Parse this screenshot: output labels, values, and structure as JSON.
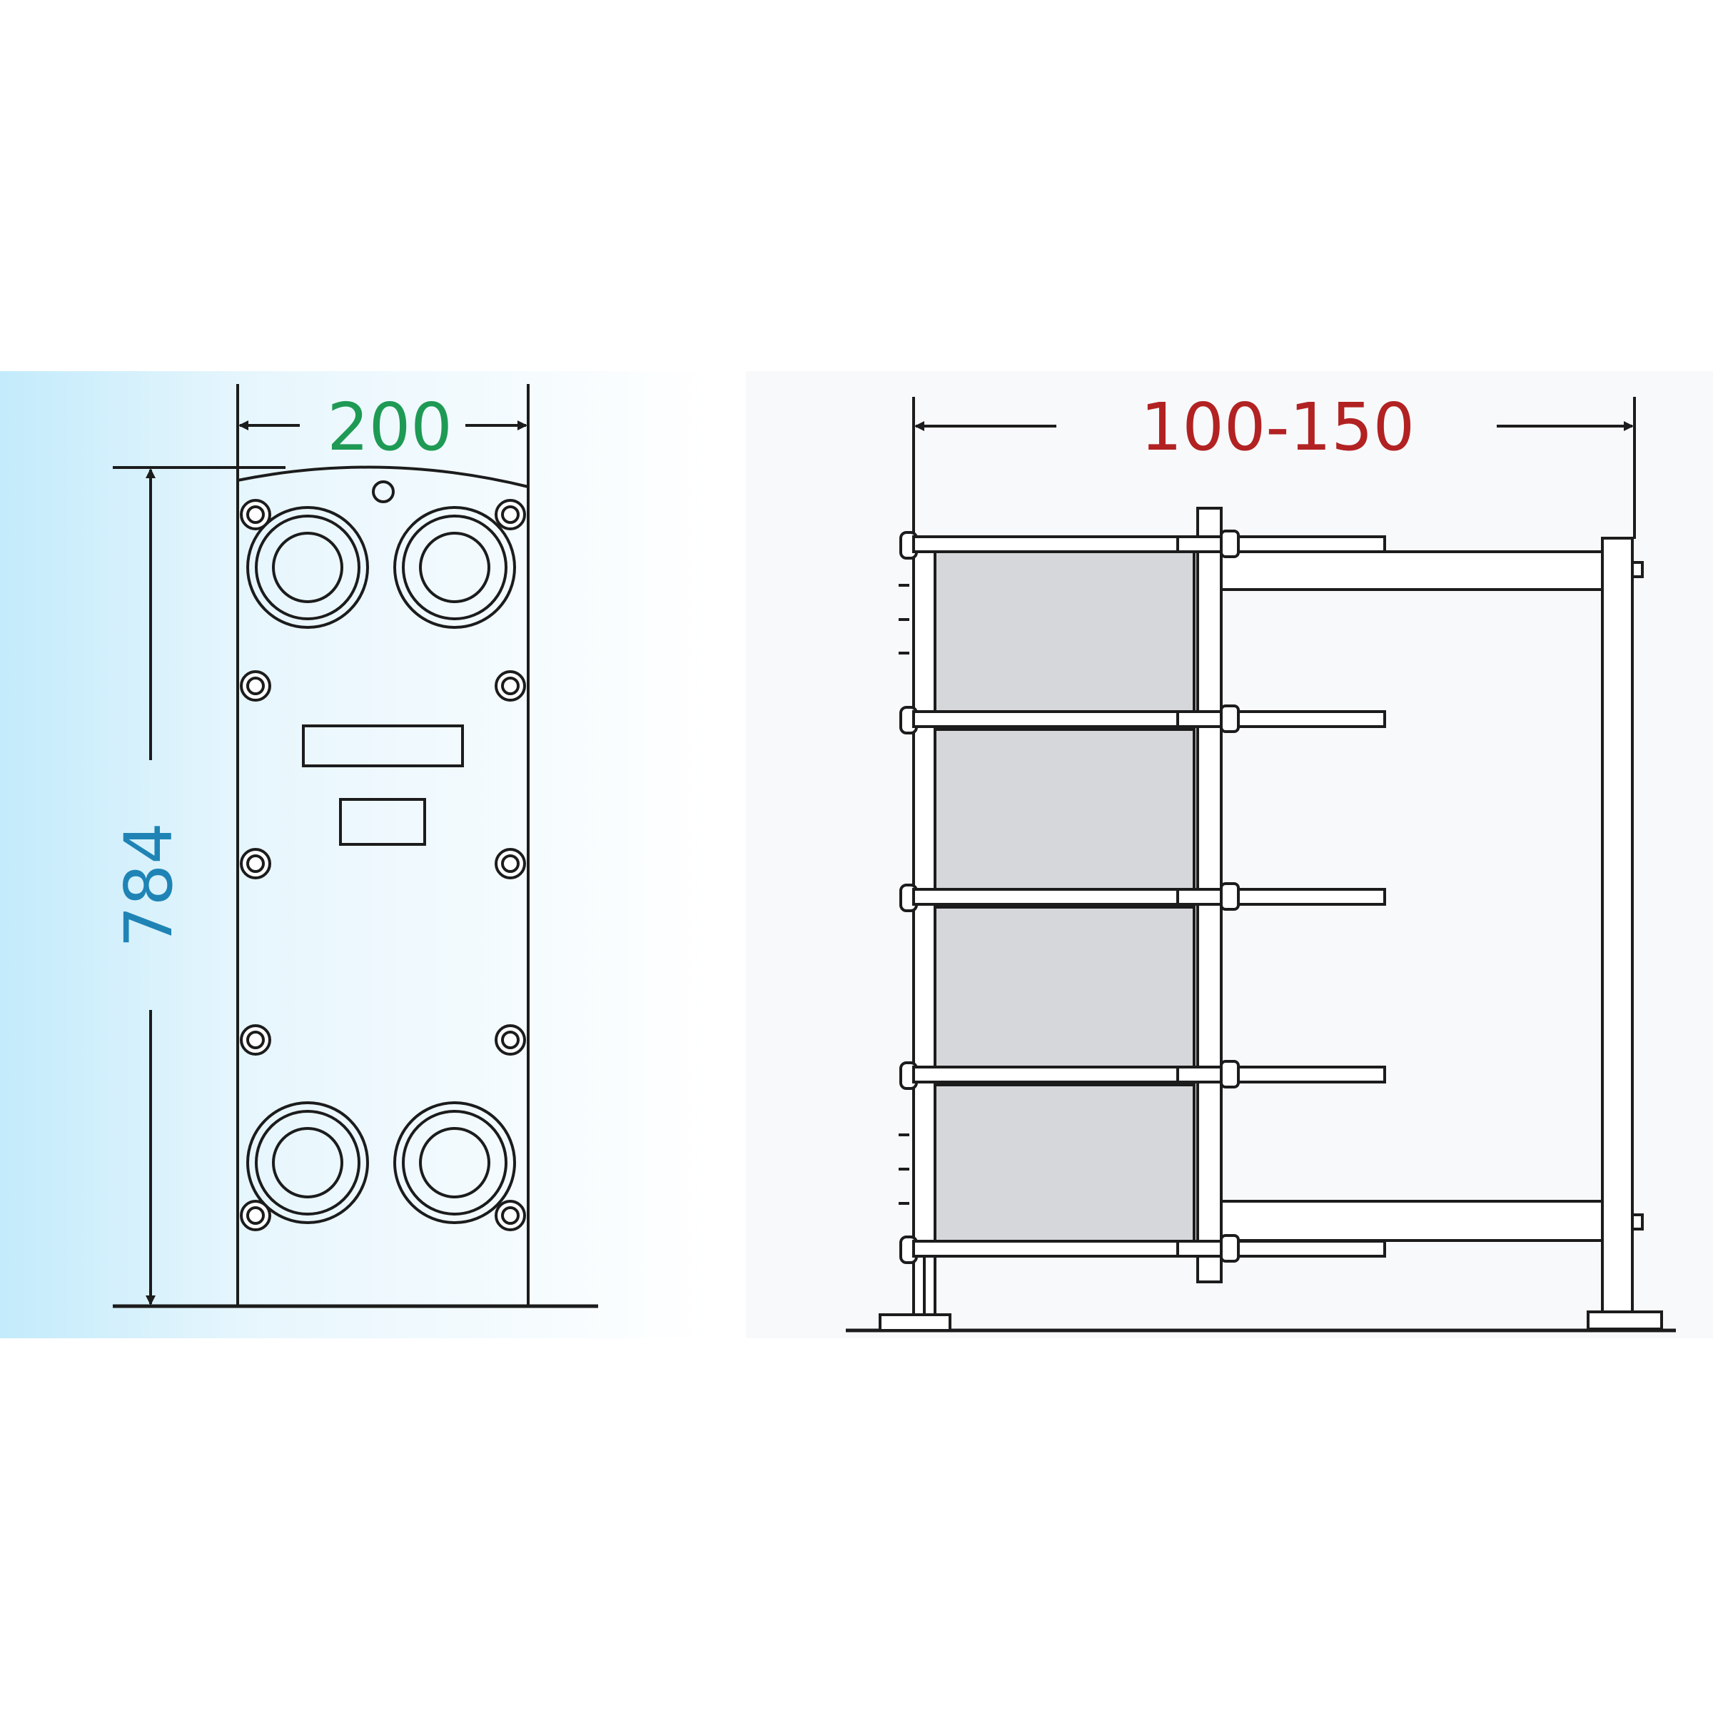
{
  "front_view": {
    "width_label": "200",
    "height_label": "784"
  },
  "side_view": {
    "length_label": "100-150"
  },
  "colors": {
    "width_label": "#1e9a55",
    "height_label": "#1f84b5",
    "length_label": "#b22222",
    "plate_fill": "#d6d7db",
    "line": "#1c1c1c",
    "left_panel_gradient_start": "#c3ebfb"
  }
}
